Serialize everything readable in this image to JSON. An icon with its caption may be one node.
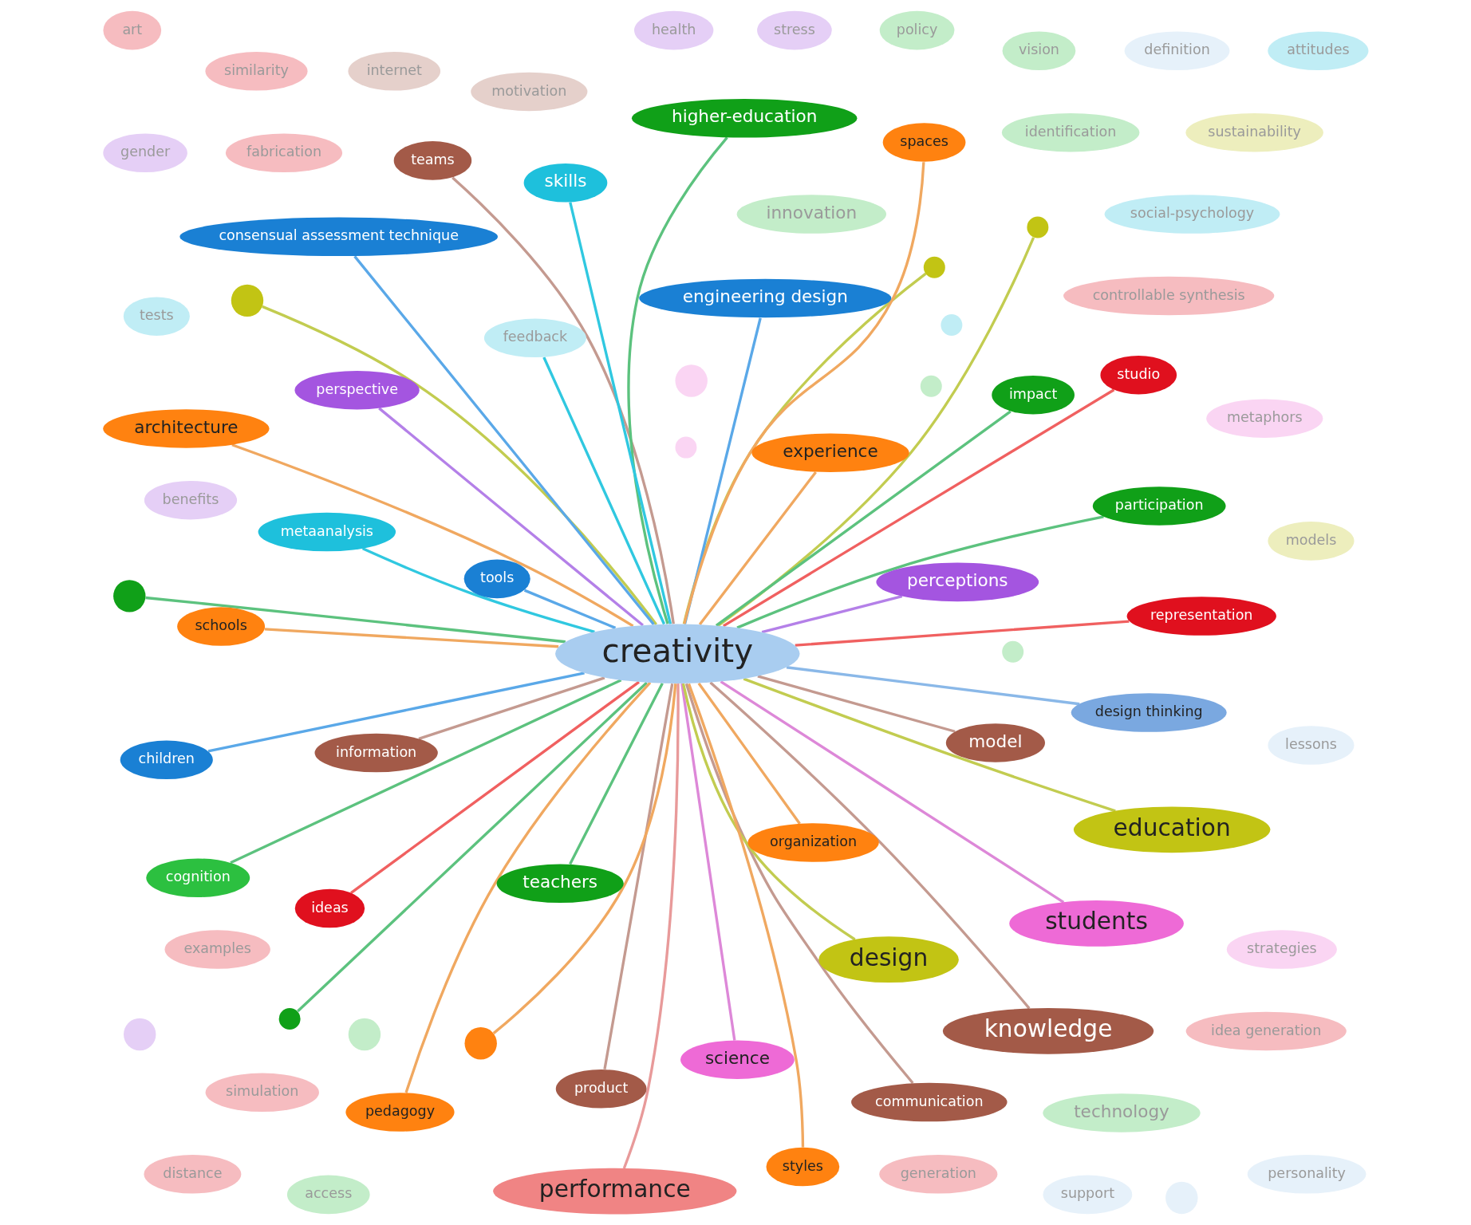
{
  "diagram": {
    "nodes": [
      {
        "text": [
          "controllable synthesis"
        ]
      },
      {
        "text": [
          "fabrication"
        ]
      },
      {
        "text": [
          "simulation"
        ]
      },
      {
        "text": [
          "cognition"
        ]
      },
      {
        "text": [
          "vision"
        ]
      },
      {
        "text": [
          "metaphors"
        ]
      },
      {
        "text": [
          "design thinking"
        ]
      },
      {
        "text": [
          "access"
        ]
      },
      {
        "text": [],
        "shape": "circle"
      },
      {
        "text": [
          "performance"
        ]
      },
      {
        "text": [],
        "shape": "circle"
      },
      {
        "text": [
          "strategies"
        ]
      },
      {
        "text": [
          "teams"
        ]
      },
      {
        "text": [],
        "shape": "circle"
      },
      {
        "text": [
          "policy"
        ]
      },
      {
        "text": [
          "motivation"
        ]
      },
      {
        "text": [
          "model"
        ]
      },
      {
        "text": [
          "information"
        ]
      },
      {
        "text": [],
        "shape": "circle"
      },
      {
        "text": [
          "students"
        ]
      },
      {
        "text": [
          "product"
        ]
      },
      {
        "text": [
          "innovation"
        ]
      },
      {
        "text": [
          "internet"
        ]
      },
      {
        "text": [
          "communication"
        ]
      },
      {
        "text": [
          "science"
        ]
      },
      {
        "text": [],
        "shape": "circle"
      },
      {
        "text": [
          "representation"
        ]
      },
      {
        "text": [
          "sustainability"
        ]
      },
      {
        "text": [
          "participation"
        ]
      },
      {
        "text": [
          "technology"
        ]
      },
      {
        "text": [
          "identification"
        ]
      },
      {
        "text": [
          "creativity"
        ]
      },
      {
        "text": [
          "design"
        ]
      },
      {
        "text": [
          "generation"
        ]
      },
      {
        "text": [
          "knowledge"
        ]
      },
      {
        "text": [],
        "shape": "circle"
      },
      {
        "text": [
          "art"
        ]
      },
      {
        "text": [
          "examples"
        ]
      },
      {
        "text": [
          "architecture"
        ]
      },
      {
        "text": [
          "perspective"
        ]
      },
      {
        "text": [
          "similarity"
        ]
      },
      {
        "text": [
          "teachers"
        ]
      },
      {
        "text": [
          "ideas"
        ]
      },
      {
        "text": [],
        "shape": "circle"
      },
      {
        "text": [],
        "shape": "circle"
      },
      {
        "text": [
          "stress"
        ]
      },
      {
        "text": [
          "distance"
        ]
      },
      {
        "text": [
          "idea generation"
        ]
      },
      {
        "text": [
          "higher-education"
        ]
      },
      {
        "text": [],
        "shape": "circle"
      },
      {
        "text": [
          "styles"
        ]
      },
      {
        "text": [
          "benefits"
        ]
      },
      {
        "text": [
          "studio"
        ]
      },
      {
        "text": [
          "health"
        ]
      },
      {
        "text": [
          "tools"
        ]
      },
      {
        "text": [],
        "shape": "circle"
      },
      {
        "text": [],
        "shape": "circle"
      },
      {
        "text": [],
        "shape": "circle"
      },
      {
        "text": [
          "education"
        ]
      },
      {
        "text": [
          "engineering design"
        ]
      },
      {
        "text": [
          "perceptions"
        ]
      },
      {
        "text": [
          "gender"
        ]
      },
      {
        "text": [],
        "shape": "circle"
      },
      {
        "text": [
          "pedagogy"
        ]
      },
      {
        "text": [
          "feedback"
        ]
      },
      {
        "text": [
          "impact"
        ]
      },
      {
        "text": [
          "organization"
        ]
      },
      {
        "text": [
          "support"
        ]
      },
      {
        "text": [
          "lessons"
        ]
      },
      {
        "text": [
          "experience"
        ]
      },
      {
        "text": [
          "models"
        ]
      },
      {
        "text": [
          "attitudes"
        ]
      },
      {
        "text": [
          "spaces"
        ]
      },
      {
        "text": [
          "definition"
        ]
      },
      {
        "text": [
          "schools"
        ]
      },
      {
        "text": [
          "personality"
        ]
      },
      {
        "text": [
          "children"
        ]
      },
      {
        "text": [
          "tests"
        ]
      },
      {
        "text": [],
        "shape": "circle"
      },
      {
        "text": [
          "skills"
        ]
      },
      {
        "text": [
          "consensual assessment technique"
        ]
      },
      {
        "text": [
          "social-psychology"
        ]
      },
      {
        "text": [
          "metaanalysis"
        ]
      }
    ],
    "edges": [
      {
        "from": 31,
        "to": 3,
        "arrow": "none",
        "color": "#5cc27e"
      },
      {
        "from": 31,
        "to": 6,
        "arrow": "none",
        "color": "#8ab8e8"
      },
      {
        "from": 31,
        "to": 9,
        "arrow": "none",
        "color": "#e89a9a"
      },
      {
        "from": 31,
        "to": 12,
        "arrow": "none",
        "color": "#c49a90"
      },
      {
        "from": 31,
        "to": 16,
        "arrow": "none",
        "color": "#c49a90"
      },
      {
        "from": 31,
        "to": 17,
        "arrow": "none",
        "color": "#c49a90"
      },
      {
        "from": 31,
        "to": 18,
        "arrow": "none",
        "color": "#5cc27e"
      },
      {
        "from": 31,
        "to": 19,
        "arrow": "none",
        "color": "#dd88d8"
      },
      {
        "from": 31,
        "to": 20,
        "arrow": "none",
        "color": "#c49a90"
      },
      {
        "from": 31,
        "to": 23,
        "arrow": "none",
        "color": "#c49a90"
      },
      {
        "from": 31,
        "to": 24,
        "arrow": "none",
        "color": "#dd88d8"
      },
      {
        "from": 31,
        "to": 25,
        "arrow": "none",
        "color": "#5cc27e"
      },
      {
        "from": 31,
        "to": 26,
        "arrow": "none",
        "color": "#f06060"
      },
      {
        "from": 31,
        "to": 28,
        "arrow": "none",
        "color": "#5cc27e"
      },
      {
        "from": 31,
        "to": 32,
        "arrow": "none",
        "color": "#c2cc50"
      },
      {
        "from": 31,
        "to": 34,
        "arrow": "none",
        "color": "#c49a90"
      },
      {
        "from": 31,
        "to": 35,
        "arrow": "none",
        "color": "#c2cc50"
      },
      {
        "from": 31,
        "to": 38,
        "arrow": "none",
        "color": "#f0a860"
      },
      {
        "from": 31,
        "to": 39,
        "arrow": "none",
        "color": "#b480e8"
      },
      {
        "from": 31,
        "to": 41,
        "arrow": "none",
        "color": "#5cc27e"
      },
      {
        "from": 31,
        "to": 42,
        "arrow": "none",
        "color": "#f06060"
      },
      {
        "from": 31,
        "to": 43,
        "arrow": "none",
        "color": "#c2cc50"
      },
      {
        "from": 31,
        "to": 44,
        "arrow": "none",
        "color": "#c2cc50"
      },
      {
        "from": 31,
        "to": 48,
        "arrow": "none",
        "color": "#5cc27e"
      },
      {
        "from": 31,
        "to": 50,
        "arrow": "none",
        "color": "#f0a860"
      },
      {
        "from": 31,
        "to": 52,
        "arrow": "none",
        "color": "#f06060"
      },
      {
        "from": 31,
        "to": 54,
        "arrow": "none",
        "color": "#5aa8e8"
      },
      {
        "from": 31,
        "to": 55,
        "arrow": "none",
        "color": "#f0a860"
      },
      {
        "from": 31,
        "to": 58,
        "arrow": "none",
        "color": "#c2cc50"
      },
      {
        "from": 31,
        "to": 59,
        "arrow": "none",
        "color": "#5aa8e8"
      },
      {
        "from": 31,
        "to": 60,
        "arrow": "none",
        "color": "#b480e8"
      },
      {
        "from": 31,
        "to": 63,
        "arrow": "none",
        "color": "#f0a860"
      },
      {
        "from": 31,
        "to": 64,
        "arrow": "none",
        "color": "#30c8e0"
      },
      {
        "from": 31,
        "to": 65,
        "arrow": "none",
        "color": "#5cc27e"
      },
      {
        "from": 31,
        "to": 66,
        "arrow": "none",
        "color": "#f0a860"
      },
      {
        "from": 31,
        "to": 69,
        "arrow": "none",
        "color": "#f0a860"
      },
      {
        "from": 31,
        "to": 72,
        "arrow": "none",
        "color": "#f0a860"
      },
      {
        "from": 31,
        "to": 74,
        "arrow": "none",
        "color": "#f0a860"
      },
      {
        "from": 31,
        "to": 76,
        "arrow": "none",
        "color": "#5aa8e8"
      },
      {
        "from": 31,
        "to": 79,
        "arrow": "none",
        "color": "#30c8e0"
      },
      {
        "from": 31,
        "to": 80,
        "arrow": "none",
        "color": "#5aa8e8"
      },
      {
        "from": 31,
        "to": 82,
        "arrow": "none",
        "color": "#30c8e0"
      }
    ]
  }
}
